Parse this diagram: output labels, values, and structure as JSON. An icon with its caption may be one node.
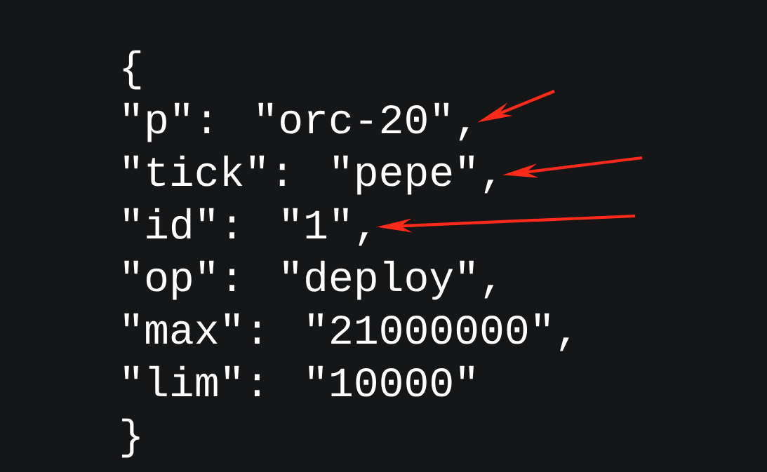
{
  "diagram": {
    "nodes": [
      {
        "text": [
          "\"p\": \"orc-20\","
        ]
      },
      {
        "text": [
          "\"tick\": \"pepe\","
        ]
      },
      {
        "text": [
          "\"id\": \"1\","
        ]
      }
    ],
    "edges": [
      {
        "from": null,
        "to": 0,
        "arrow": "to"
      },
      {
        "from": null,
        "to": 1,
        "arrow": "to"
      },
      {
        "from": null,
        "to": 2,
        "arrow": "to"
      }
    ],
    "labels": [
      "{",
      "\"op\": \"deploy\",",
      "\"max\": \"21000000\",",
      "\"lim\": \"10000\"",
      "}"
    ]
  }
}
